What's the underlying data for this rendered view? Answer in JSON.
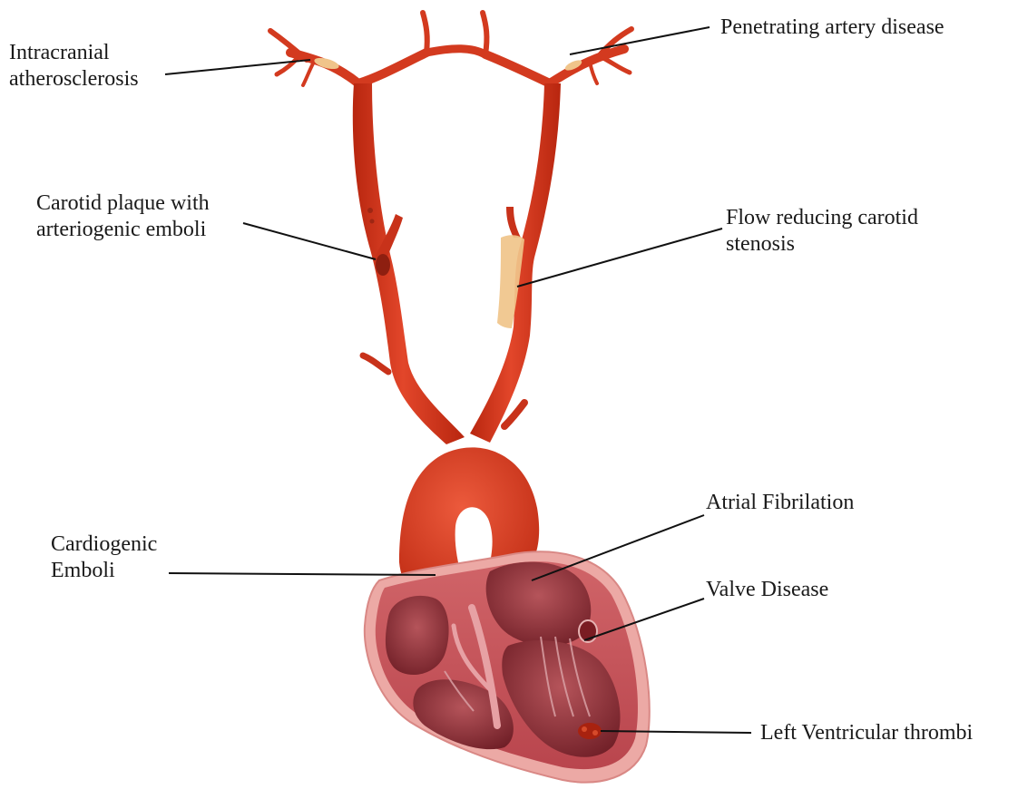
{
  "labels": {
    "intracranial": {
      "line1": "Intracranial",
      "line2": "atherosclerosis"
    },
    "penetrating": {
      "line1": "Penetrating artery disease"
    },
    "carotid_plaque": {
      "line1": "Carotid plaque with",
      "line2": "arteriogenic emboli"
    },
    "flow_reducing": {
      "line1": "Flow reducing carotid",
      "line2": "stenosis"
    },
    "cardiogenic": {
      "line1": "Cardiogenic",
      "line2": "Emboli"
    },
    "atrial": {
      "line1": "Atrial Fibrilation"
    },
    "valve": {
      "line1": "Valve Disease"
    },
    "lv_thrombi": {
      "line1": "Left Ventricular thrombi"
    }
  },
  "colors": {
    "artery": "#d9391e",
    "artery_dark": "#a8220f",
    "plaque": "#f0c48a",
    "heart_outer": "#e9a3a0",
    "heart_wall": "#c9545a",
    "heart_chamber": "#8e2d33",
    "leader": "#111111"
  }
}
